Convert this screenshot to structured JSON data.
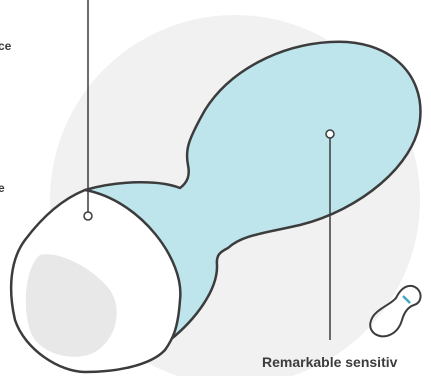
{
  "labels": {
    "left_top_fragment": "ce",
    "left_mid_fragment": "e",
    "bottom_caption": "Remarkable sensitiv"
  },
  "colors": {
    "background": "#ffffff",
    "backdrop_circle": "#f1f1f2",
    "product_blue": "#bfe5ec",
    "outline": "#3c3c3c",
    "cap_inner": "#e8e8e9",
    "thumbnail_accent": "#44a7c1"
  },
  "icons": {
    "thumbnail": "product-thumbnail-icon",
    "callout_dot": "callout-dot-icon"
  }
}
